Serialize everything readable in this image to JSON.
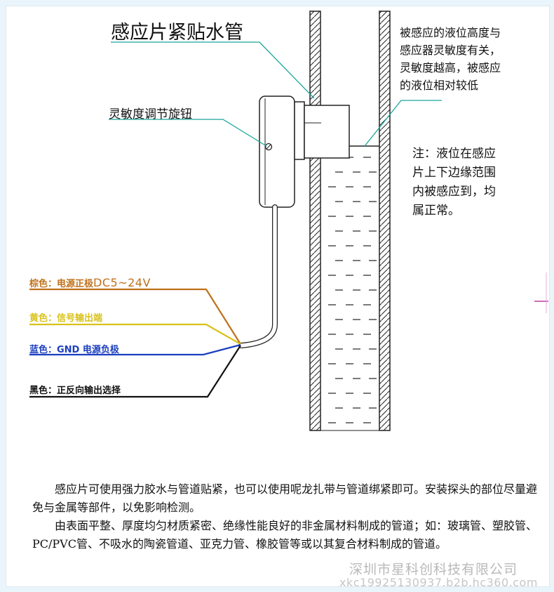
{
  "title": "感应片紧贴水管",
  "knob_label": "灵敏度调节旋钮",
  "sensitivity_note": "被感应的液位高度与\n感应器灵敏度有关，\n灵敏度越高，被感应\n的液位相对较低",
  "range_note": "注：液位在感应\n片上下边缘范围\n内被感应到，均\n属正常。",
  "wires": {
    "brown": {
      "label": "棕色：电源正极",
      "voltage": "DC5~24V",
      "color": "#c0701a"
    },
    "yellow": {
      "label": "黄色：信号输出端",
      "color": "#d9c21a"
    },
    "blue": {
      "label": "蓝色：GND 电源负极",
      "color": "#1c3fbf"
    },
    "black": {
      "label": "黑色：正反向输出选择",
      "color": "#111111"
    }
  },
  "paragraph_1": "感应片可使用强力胶水与管道贴紧，也可以使用呢龙扎带与管道绑紧即可。安装探头的部位尽量避免与金属等部件，以免影响检测。",
  "paragraph_2": "由表面平整、厚度均匀材质紧密、绝缘性能良好的非金属材料制成的管道；如：玻璃管、塑胶管、PC/PVC管、不吸水的陶瓷管道、亚克力管、橡胶管等或以其复合材料制成的管道。",
  "watermark_company": "深圳市星科创科技有限公司",
  "watermark_url": "xkc19925130937.b2b.hc360.com",
  "accent_color": "#1aa59a"
}
